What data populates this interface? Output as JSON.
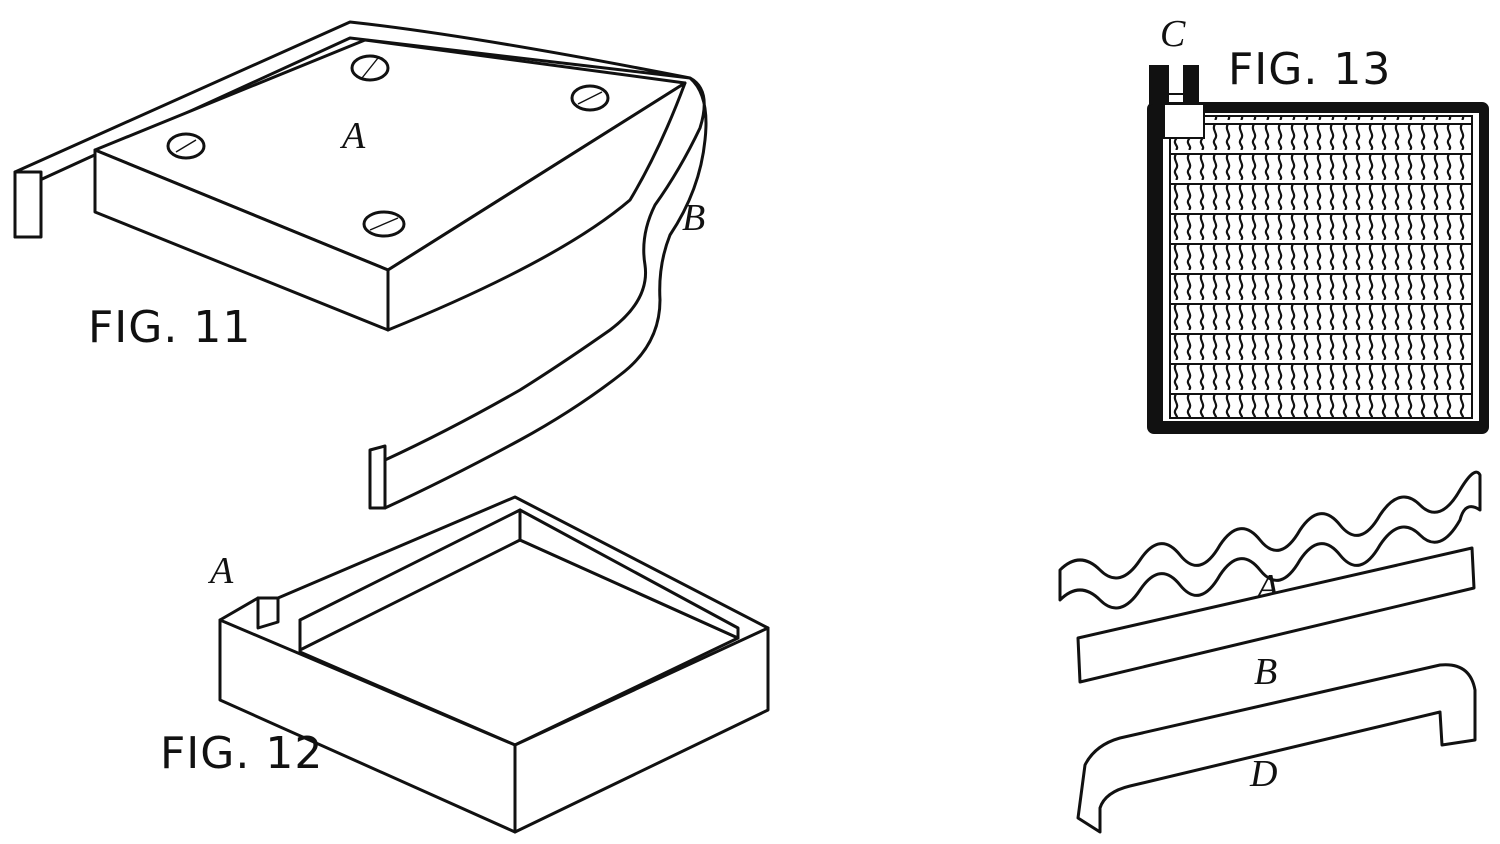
{
  "figures": {
    "fig11": {
      "title": "FIG. 11",
      "label_a": "A",
      "label_b": "B"
    },
    "fig12": {
      "title": "FIG. 12",
      "label_a": "A"
    },
    "fig13": {
      "title": "FIG. 13",
      "label_c": "C",
      "label_a": "A",
      "label_b": "B",
      "label_d": "D"
    }
  }
}
